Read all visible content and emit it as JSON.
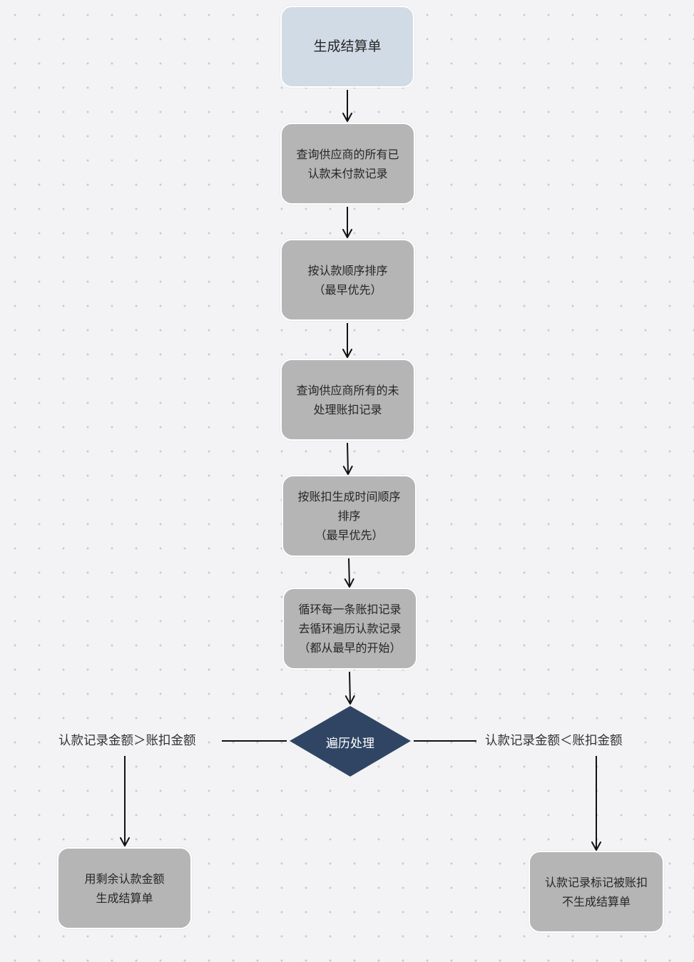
{
  "nodes": {
    "start": "生成结算单",
    "query_recognized": "查询供应商的所有已\n认款未付款记录",
    "sort_recognized": "按认款顺序排序\n（最早优先）",
    "query_deductions": "查询供应商所有的未\n处理账扣记录",
    "sort_deductions": "按账扣生成时间顺序\n排序\n（最早优先）",
    "loop": "循环每一条账扣记录\n去循环遍历认款记录\n（都从最早的开始）",
    "decision": "遍历处理",
    "left_result": "用剩余认款金额\n生成结算单",
    "right_result": "认款记录标记被账扣\n不生成结算单"
  },
  "edges": {
    "left_condition": "认款记录金额＞账扣金额",
    "right_condition": "认款记录金额＜账扣金额"
  },
  "colors": {
    "start_fill": "#d1dbe6",
    "process_fill": "#b5b5b5",
    "decision_fill": "#2f4563",
    "line": "#111111"
  }
}
